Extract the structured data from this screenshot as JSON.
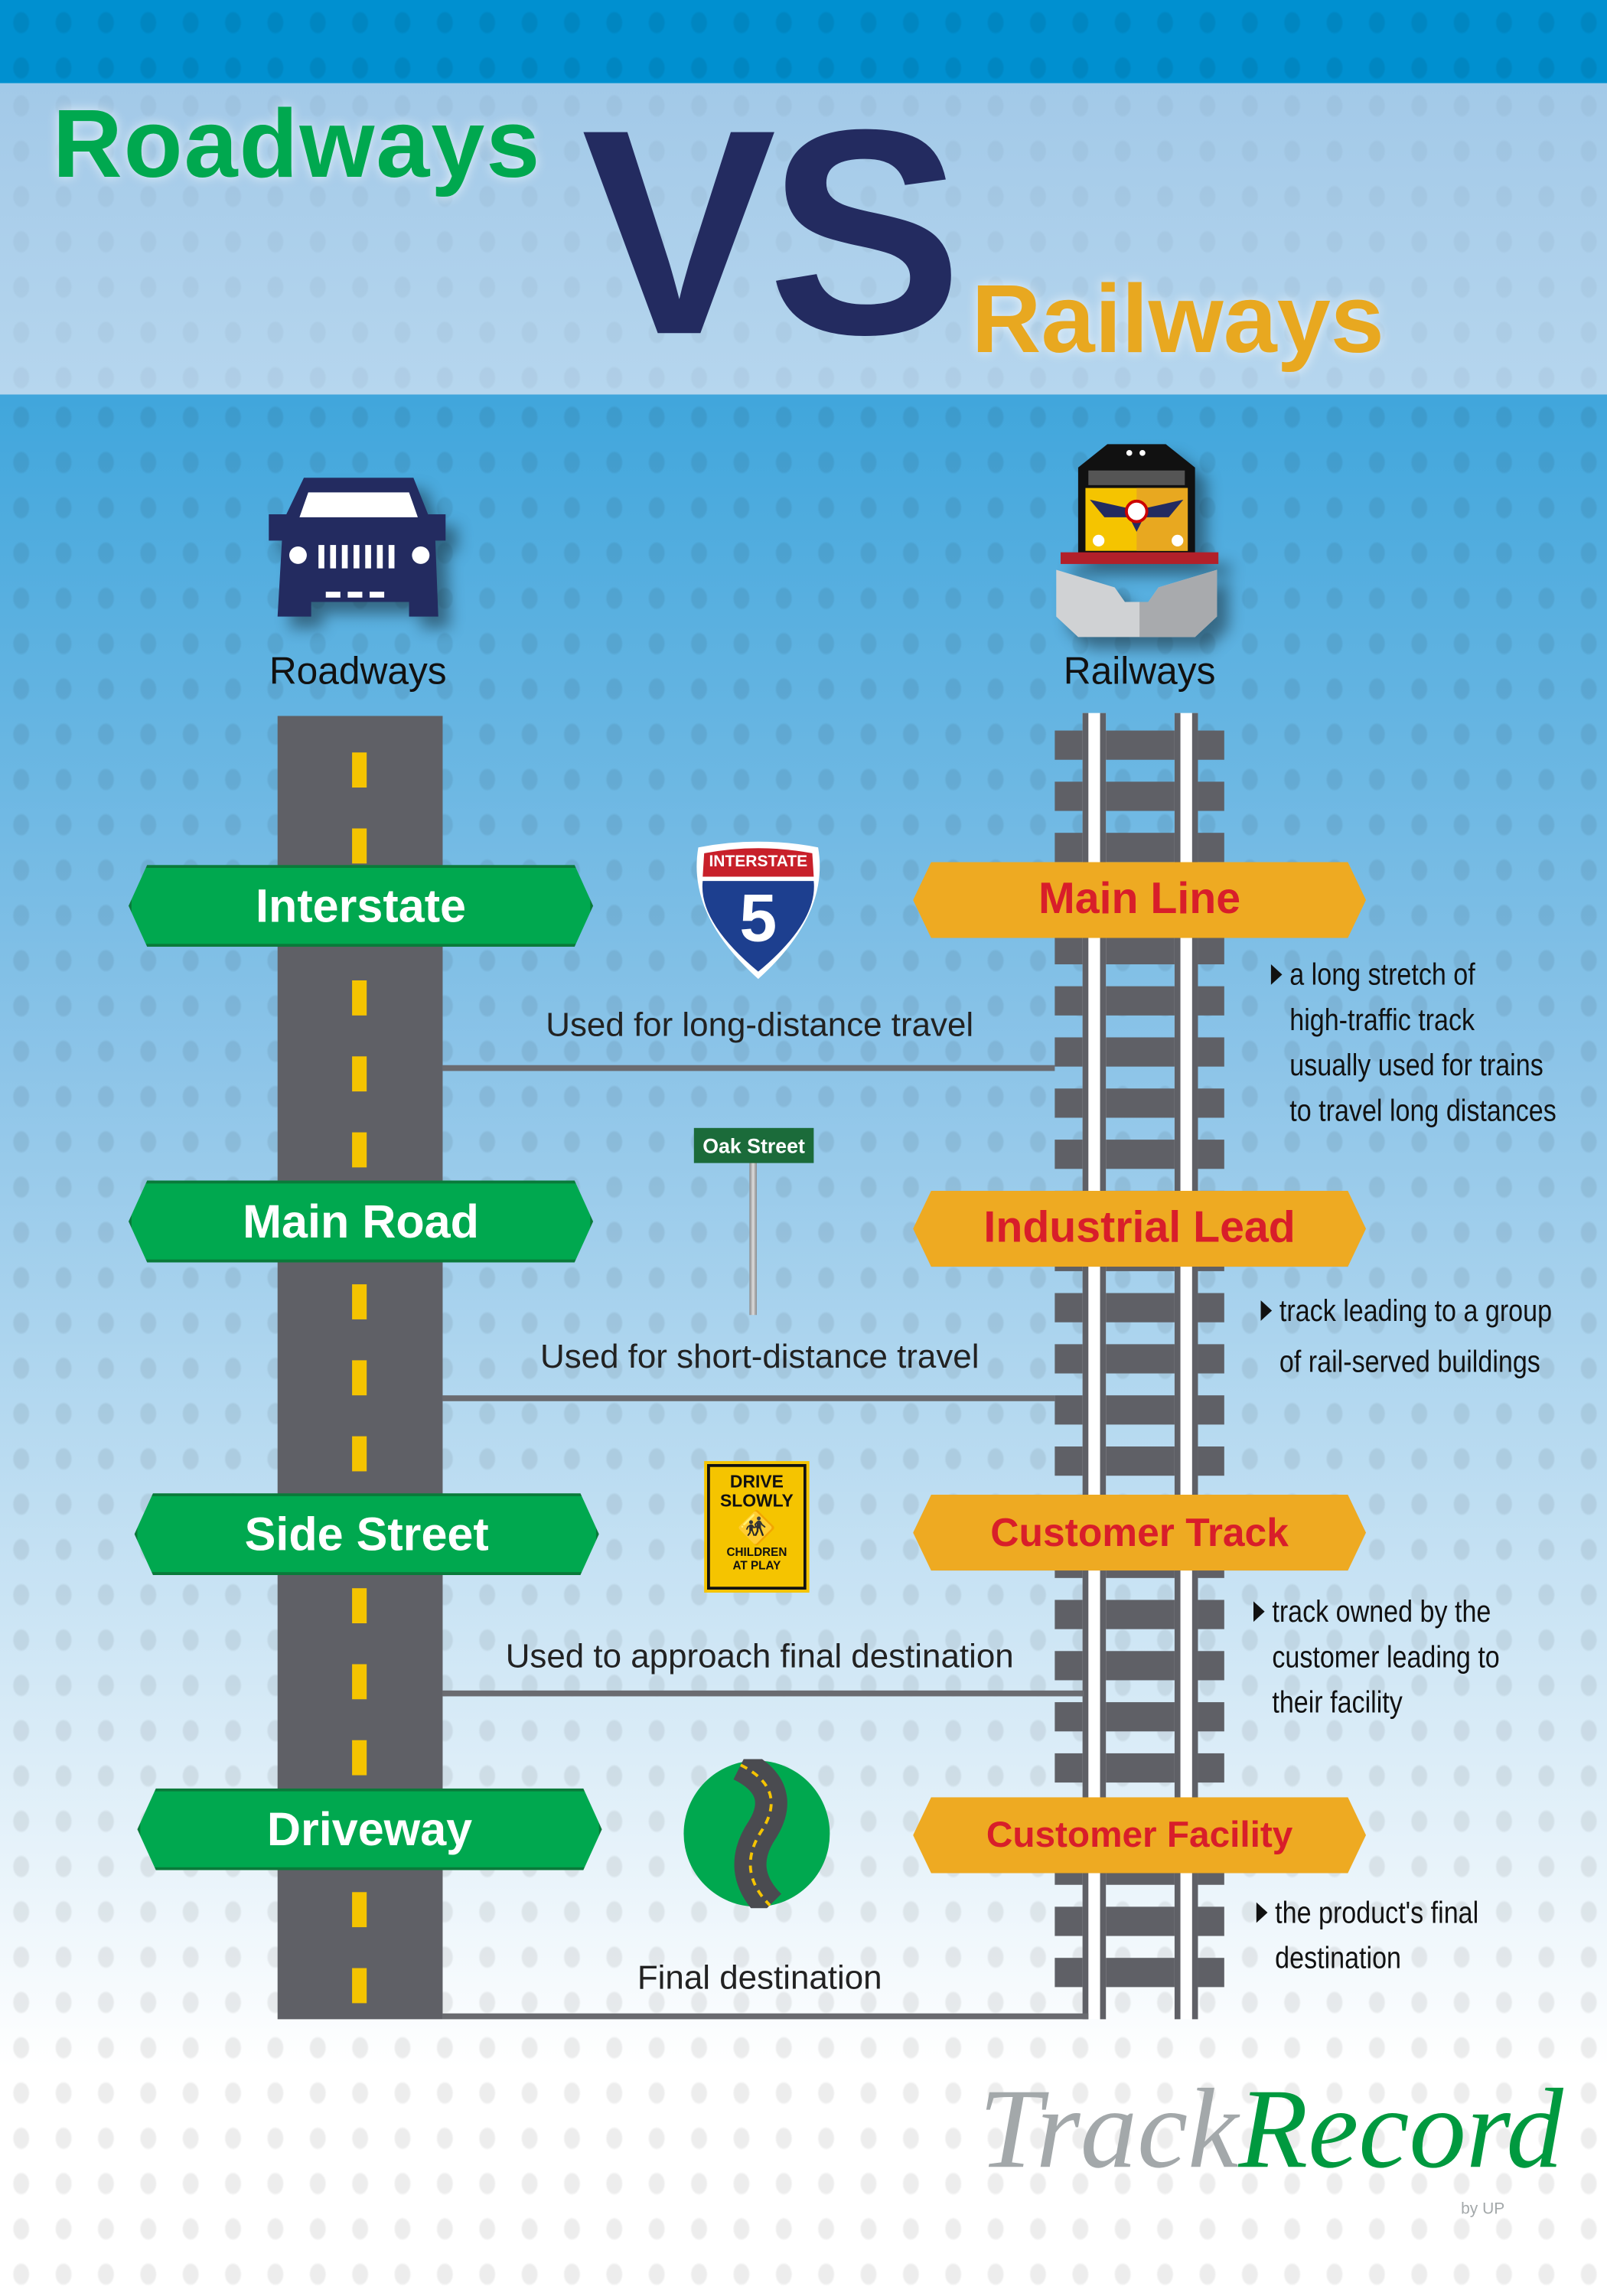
{
  "title": {
    "left": "Roadways",
    "vs": "VS",
    "right": "Railways"
  },
  "columns": {
    "road_label": "Roadways",
    "rail_label": "Railways"
  },
  "road_levels": [
    "Interstate",
    "Main Road",
    "Side Street",
    "Driveway"
  ],
  "rail_levels": [
    "Main Line",
    "Industrial Lead",
    "Customer Track",
    "Customer Facility"
  ],
  "middle_captions": [
    "Used for long-distance travel",
    "Used for short-distance travel",
    "Used to approach final destination",
    "Final destination"
  ],
  "descriptions": [
    [
      "a long stretch of",
      "high-traffic track",
      "usually used for trains",
      "to travel long distances"
    ],
    [
      "track leading to a group",
      "of rail-served buildings"
    ],
    [
      "track owned by the",
      "customer leading to",
      "their facility"
    ],
    [
      "the product's final",
      "destination"
    ]
  ],
  "signs": {
    "interstate_header": "INTERSTATE",
    "interstate_number": "5",
    "street_name": "Oak Street",
    "drive_slowly": [
      "DRIVE",
      "SLOWLY"
    ],
    "children": [
      "CHILDREN",
      "AT PLAY"
    ]
  },
  "logo": {
    "track": "Track",
    "record": "Record",
    "by": "by UP"
  },
  "colors": {
    "green": "#00a84f",
    "navy": "#232b60",
    "orange": "#e8a820",
    "red_text": "#d81e2a",
    "road_gray": "#5f6066",
    "blue": "#0090d0"
  }
}
